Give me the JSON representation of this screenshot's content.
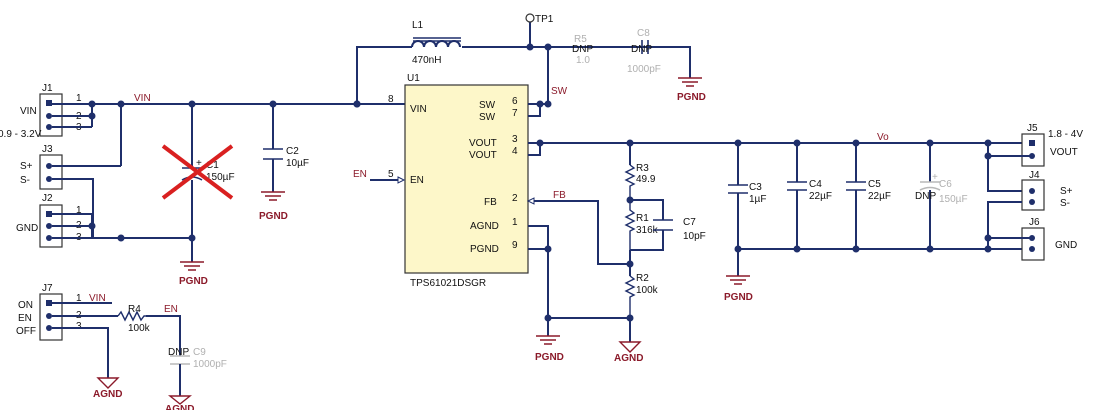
{
  "ic": {
    "ref": "U1",
    "part": "TPS61021DSGR",
    "pins_left": [
      {
        "num": "8",
        "name": "VIN"
      },
      {
        "num": "5",
        "name": "EN"
      }
    ],
    "pins_right": [
      {
        "num": "6",
        "name": "SW"
      },
      {
        "num": "7",
        "name": "SW"
      },
      {
        "num": "3",
        "name": "VOUT"
      },
      {
        "num": "4",
        "name": "VOUT"
      },
      {
        "num": "2",
        "name": "FB"
      },
      {
        "num": "1",
        "name": "AGND"
      },
      {
        "num": "9",
        "name": "PGND"
      }
    ]
  },
  "inductor": {
    "ref": "L1",
    "value": "470nH"
  },
  "testpoint": "TP1",
  "nets": {
    "vin": "VIN",
    "sw": "SW",
    "vo": "Vo",
    "fb": "FB",
    "en": "EN"
  },
  "r5": {
    "ref": "R5",
    "dnp": "DNP",
    "value": "1.0"
  },
  "c8": {
    "ref": "C8",
    "dnp": "DNP",
    "value": "1000pF"
  },
  "c1": {
    "ref": "C1",
    "value": "150µF"
  },
  "c2": {
    "ref": "C2",
    "value": "10µF"
  },
  "r3": {
    "ref": "R3",
    "value": "49.9"
  },
  "r1": {
    "ref": "R1",
    "value": "316k"
  },
  "c7": {
    "ref": "C7",
    "value": "10pF"
  },
  "r2": {
    "ref": "R2",
    "value": "100k"
  },
  "c3": {
    "ref": "C3",
    "value": "1µF"
  },
  "c4": {
    "ref": "C4",
    "value": "22µF"
  },
  "c5": {
    "ref": "C5",
    "value": "22µF"
  },
  "c6": {
    "ref": "C6",
    "dnp": "DNP",
    "value": "150µF"
  },
  "r4": {
    "ref": "R4",
    "value": "100k"
  },
  "c9": {
    "ref": "C9",
    "dnp": "DNP",
    "value": "1000pF"
  },
  "ground": {
    "pgnd": "PGND",
    "agnd": "AGND"
  },
  "connectors": {
    "j1": {
      "ref": "J1",
      "label": "VIN",
      "range": "0.9 - 3.2V",
      "pins": [
        "1",
        "2",
        "3"
      ]
    },
    "j3": {
      "ref": "J3",
      "labels": [
        "S+",
        "S-"
      ]
    },
    "j2": {
      "ref": "J2",
      "label": "GND",
      "pins": [
        "1",
        "2",
        "3"
      ]
    },
    "j5": {
      "ref": "J5",
      "label": "VOUT",
      "range": "1.8 - 4V"
    },
    "j4": {
      "ref": "J4",
      "labels": [
        "S+",
        "S-"
      ]
    },
    "j6": {
      "ref": "J6",
      "label": "GND"
    },
    "j7": {
      "ref": "J7",
      "labels": [
        "ON",
        "EN",
        "OFF"
      ],
      "pins": [
        "1",
        "2",
        "3"
      ]
    }
  },
  "colors": {
    "wire": "#1f2f6b",
    "ic_fill": "#fdf7c9",
    "net_label": "#8b1a2a",
    "dnp_gray": "#b0b0b0",
    "cross": "#d92020"
  }
}
